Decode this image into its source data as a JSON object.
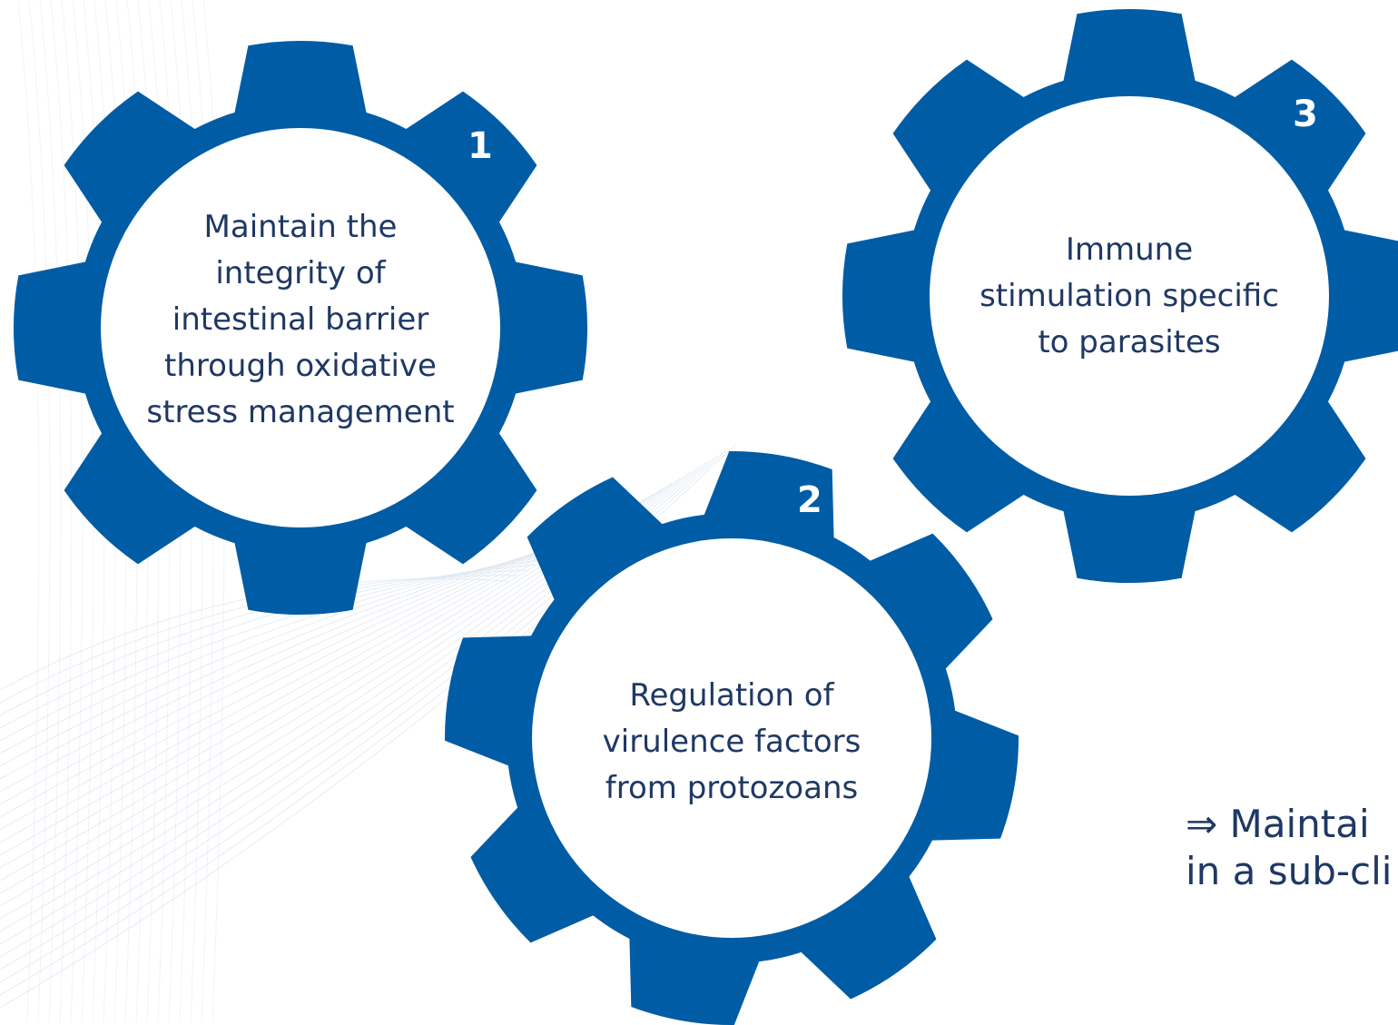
{
  "gears": [
    {
      "number": "1",
      "label": "Maintain the\nintegrity of\nintestinal barrier\nthrough oxidative\nstress management"
    },
    {
      "number": "2",
      "label": "Regulation of\nvirulence factors\nfrom protozoans"
    },
    {
      "number": "3",
      "label": "Immune\nstimulation specific\nto parasites"
    }
  ],
  "conclusion": {
    "line1": "⇒ Maintai",
    "line2": "in a sub-cli"
  },
  "colors": {
    "gear": "#005ca5",
    "gear_inner": "#ffffff",
    "text": "#1f3864",
    "number": "#ffffff",
    "background_lines": "#dbe4ef"
  }
}
